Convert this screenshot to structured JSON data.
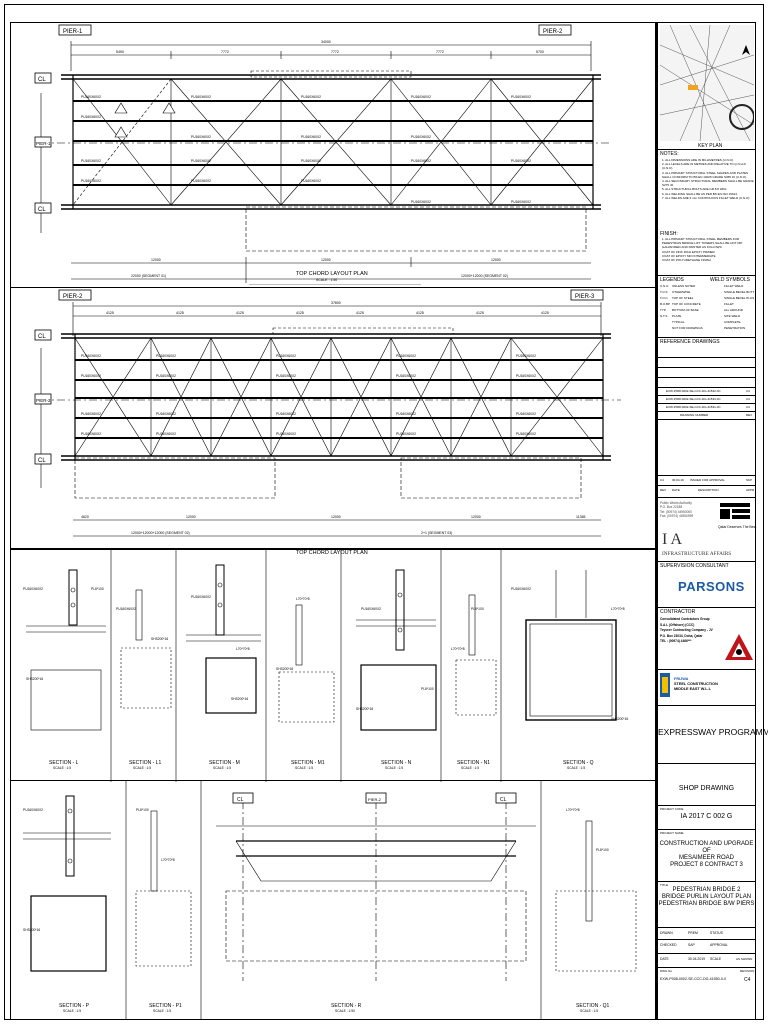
{
  "top_plan": {
    "title": "TOP CHORD LAYOUT PLAN",
    "scale": "SCALE : 1:50",
    "pier_left": "PIER-1",
    "pier_right": "PIER-2",
    "axis_top": "CL",
    "axis_mid": "PIER-1",
    "axis_bot": "CL",
    "overall_dim": "34000",
    "dims": [
      "5490",
      "7772",
      "7772",
      "7772",
      "5700"
    ],
    "bottom_dims": [
      "12000",
      "12000",
      "12000"
    ],
    "segment_dims": [
      "22000 (SEGMENT 01)",
      "12000+12000 (SEGMENT 02)"
    ],
    "purlin": "PU160X60X2"
  },
  "mid_plan": {
    "title": "TOP CHORD LAYOUT PLAN",
    "scale": "SCALE : 1:50",
    "pier_left": "PIER-2",
    "pier_right": "PIER-3",
    "axis_top": "CL",
    "axis_mid": "PIER-2",
    "axis_bot": "CL",
    "overall_dim": "37800",
    "dims": [
      "4125",
      "4125",
      "4125",
      "4125",
      "4125",
      "4125",
      "4125",
      "4125",
      "4125"
    ],
    "bottom_dims": [
      "4620",
      "12000",
      "12000",
      "12000",
      "11365"
    ],
    "segment_dims": [
      "12000+12000+12000 (SEGMENT 02)",
      "2+1 (SEGMENT 03)"
    ],
    "purlin": "PU160X60X2"
  },
  "sections_row1": [
    {
      "title": "SECTION - L",
      "scale": "SCALE : 1:5"
    },
    {
      "title": "SECTION - L1",
      "scale": "SCALE : 1:5"
    },
    {
      "title": "SECTION - M",
      "scale": "SCALE : 1:5"
    },
    {
      "title": "SECTION - M1",
      "scale": "SCALE : 1:5"
    },
    {
      "title": "SECTION - N",
      "scale": "SCALE : 1:5"
    },
    {
      "title": "SECTION - N1",
      "scale": "SCALE : 1:5"
    },
    {
      "title": "SECTION - Q",
      "scale": "SCALE : 1:5"
    }
  ],
  "sections_row2": [
    {
      "title": "SECTION - P",
      "scale": "SCALE : 1:5"
    },
    {
      "title": "SECTION - P1",
      "scale": "SCALE : 1:5"
    },
    {
      "title": "SECTION - R",
      "scale": "SCALE : 1:50"
    },
    {
      "title": "SECTION - Q1",
      "scale": "SCALE : 1:5"
    }
  ],
  "section_labels": {
    "purlin": "PU160X60X2",
    "plate": "PL8*100",
    "shs": "SHS200*16",
    "angle": "L70*70*8"
  },
  "title_block": {
    "key_plan": "KEY PLAN",
    "notes_heading": "NOTES:",
    "notes": [
      "1. ALL DIMENSIONS ARE IN MILLIMETRES (U.N.O).",
      "2. ALL LEVELS ARE IN METRES AND RELATIVE TO Q.N.H.D (U.N.O).",
      "3. ALL PRIMARY STRUCTURAL STEEL SHAPES AND PLATES SHALL CONFORM TO BS EN 10025 GRADE S355 J0 (U.N.O).",
      "4. ALL SECONDARY STRUCTURAL MEMBERS SHALL BE GRADE S275 J0.",
      "5. ALL STRUCTURAL BOLTS ARE GR 8.8 HDG.",
      "6. ALL WELDING SHALL BE AS PER BS EN ISO 15614.",
      "7. ALL WELDS ARE 6 mm CONTINUOUS FILLET WELD (U.N.O)."
    ],
    "finish_heading": "FINISH:",
    "finish": [
      "1. ALL PRIMARY STRUCTURAL STEEL MEMBERS FOR PEDESTRIAN BRIDGE LIFT TOWERS SHALL BE HOT DIP GALVANISED AND PAINTED AS FOLLOWS:",
      "   COAT OF ZINC RICH EPOXY PRIMER",
      "   COAT OF EPOXY MIO INTERMEDIATE",
      "   COAT OF POLYURETHANE FINISH"
    ],
    "legends_heading": "LEGENDS",
    "legends": [
      "UNLESS NOTED OTHERWISE",
      "TOP OF STEEL",
      "TOP OF CONCRETE",
      "BOTTOM OF BASE PLATE",
      "TYPICAL",
      "NOT FOR DRAWINGS"
    ],
    "legend_codes": [
      "U.N.O",
      "T.O.S",
      "T.O.C",
      "B.O.BP",
      "TYP",
      "N.T.S"
    ],
    "weld_heading": "WELD SYMBOLS",
    "weld": [
      "FILLET WELD",
      "SINGLE BEVEL BUTT",
      "SINGLE BEVEL PLUS FILLET",
      "ALL AROUND",
      "SITE WELD",
      "COMPLETE PENETRATION"
    ],
    "ref_heading": "REFERENCE DRAWINGS",
    "ref_rows": [
      "EXW-P008-0002-SE-CCC-DG-41532-0C",
      "EXW-P008-0002-SE-CCC-DG-41533-0C",
      "EXW-P008-0002-SE-CCC-DG-41531-0C"
    ],
    "ref_rev": [
      "C4",
      "C4",
      "C4"
    ],
    "drawing_number": "DRAWING NUMBER",
    "rev": "REV",
    "issue_heading": [
      "REV",
      "DATE",
      "DESCRIPTION",
      "APPR"
    ],
    "issue_row": [
      "C4",
      "30.04.19",
      "ISSUED FOR APPROVAL",
      "SKP"
    ],
    "client_address": [
      "Public Works Authority",
      "P.O. Box 22188",
      "Tel: (00974) 44950000",
      "Fax: (00974) 44950999"
    ],
    "client_logo": "Ashghal",
    "client_tagline": "Qatar Deserves The Best",
    "ia_mark": "I A",
    "infrastructure": "INFRASTRUCTURE AFFAIRS",
    "supervision": "SUPERVISION CONSULTANT",
    "parsons": "PARSONS",
    "contractor_heading": "CONTRACTOR",
    "contractor": [
      "Consolidated Contractors Group",
      "S.A.L (Offshore) (CCC)",
      "Teyseer Contracting Company - JV",
      "P.O. Box 23034, Doha, Qatar",
      "TEL : (00974) 4466***"
    ],
    "fabricator": [
      "FRIJWA",
      "STEEL CONSTRUCTION",
      "MIDDLE EAST W.L.L"
    ],
    "programme": "EXPRESSWAY PROGRAMME",
    "shop_drawing": "SHOP DRAWING",
    "project_code_label": "PROJECT CODE",
    "project_code": "IA 2017 C 002 G",
    "project_name_label": "PROJECT NAME",
    "project_name": [
      "CONSTRUCTION AND UPGRADE OF",
      "MESAIMEER ROAD",
      "PROJECT 8 CONTRACT 3"
    ],
    "title_label": "TITLE",
    "title": [
      "PEDESTRIAN BRIDGE 2",
      "BRIDGE PURLIN LAYOUT PLAN",
      "PEDESTRIAN BRIDGE B/W PIERS"
    ],
    "drawn_label": "DRAWN",
    "drawn": "PREM",
    "checked_label": "CHECKED",
    "checked": "SAP",
    "date_label": "DATE",
    "date": "30.04.2019",
    "status_label": "STATUS",
    "approval_label": "APPROVAL",
    "scale_label": "SCALE",
    "scale": "AS SHOWN",
    "dwg_label": "DWG No",
    "dwg": "EXW-P008-0002-SE-CCC-DG-41550-0-0",
    "revision_label": "REVISION",
    "revision": "C4"
  }
}
